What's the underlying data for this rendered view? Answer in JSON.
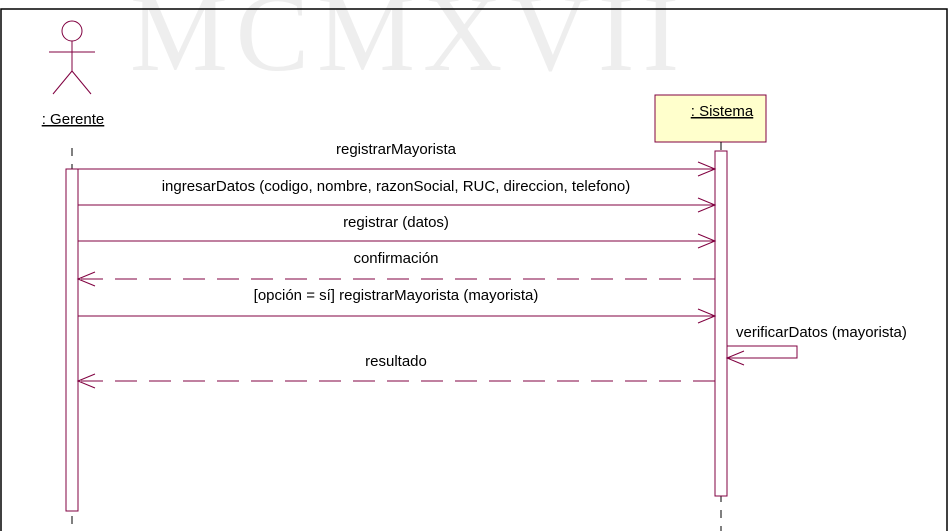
{
  "watermark": "MCMXVII",
  "actors": [
    {
      "id": "gerente",
      "label": ": Gerente"
    },
    {
      "id": "sistema",
      "label": ": Sistema"
    }
  ],
  "messages": [
    {
      "label": "registrarMayorista",
      "from": "gerente",
      "to": "sistema",
      "style": "sync"
    },
    {
      "label": "ingresarDatos (codigo, nombre, razonSocial, RUC, direccion, telefono)",
      "from": "gerente",
      "to": "sistema",
      "style": "sync"
    },
    {
      "label": "registrar (datos)",
      "from": "gerente",
      "to": "sistema",
      "style": "sync"
    },
    {
      "label": "confirmación",
      "from": "sistema",
      "to": "gerente",
      "style": "return"
    },
    {
      "label": "[opción = sí] registrarMayorista (mayorista)",
      "from": "gerente",
      "to": "sistema",
      "style": "sync"
    },
    {
      "label": "verificarDatos (mayorista)",
      "from": "sistema",
      "to": "sistema",
      "style": "self"
    },
    {
      "label": "resultado",
      "from": "sistema",
      "to": "gerente",
      "style": "return"
    }
  ],
  "colors": {
    "message": "#800040",
    "object_fill": "#ffffcc",
    "object_border": "#800040"
  }
}
